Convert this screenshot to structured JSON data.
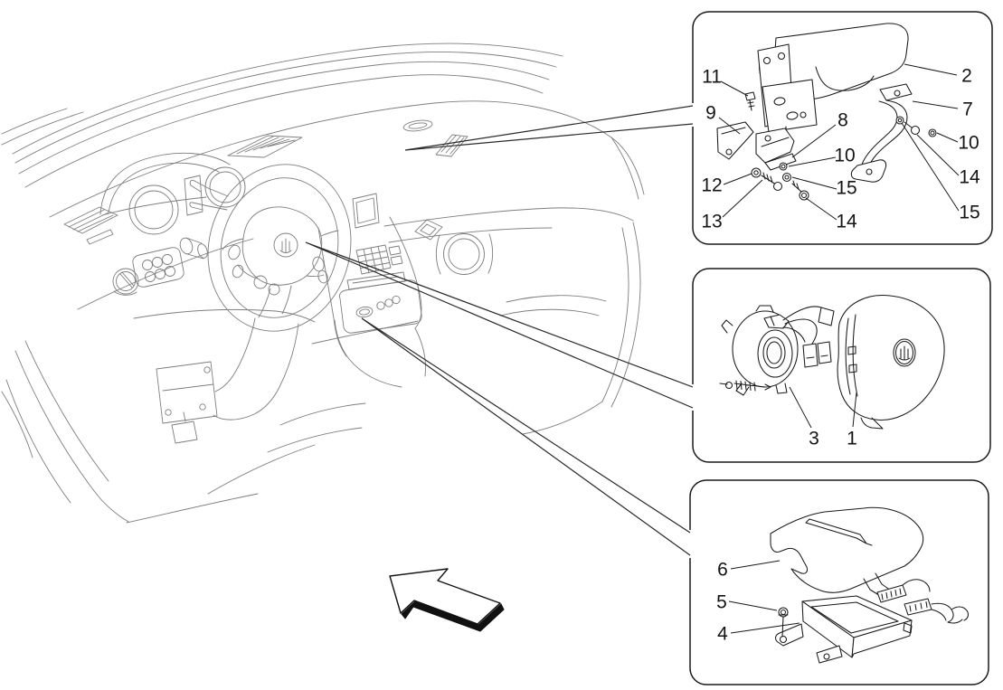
{
  "figure": {
    "type": "exploded-parts-diagram",
    "subject": "dashboard airbag system",
    "background": "#ffffff",
    "line_color": "#1a1a1a",
    "sketch_color": "#7e7e7e"
  },
  "callouts": {
    "passenger_airbag_box": {
      "labels": [
        "11",
        "9",
        "12",
        "13",
        "8",
        "10",
        "15",
        "14",
        "2",
        "7",
        "10",
        "14",
        "15"
      ]
    },
    "driver_airbag_box": {
      "labels": [
        "3",
        "1"
      ]
    },
    "ecu_box": {
      "labels": [
        "6",
        "5",
        "4"
      ]
    }
  }
}
